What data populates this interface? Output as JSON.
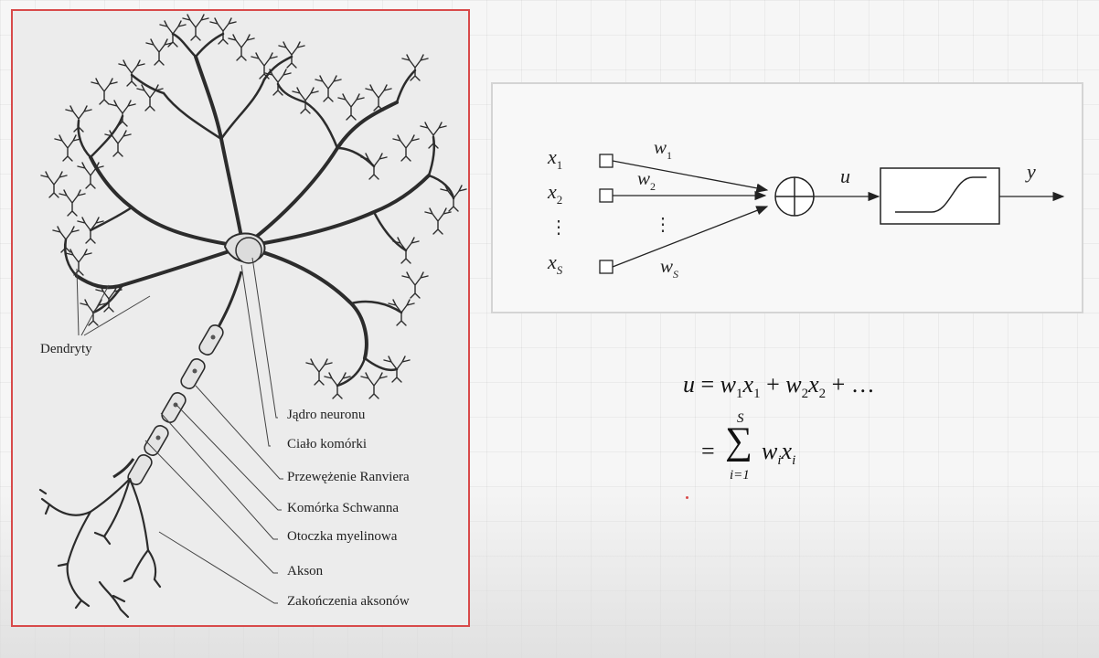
{
  "neuron_figure": {
    "labels": {
      "dendrites": "Dendryty",
      "nucleus": "Jądro neuronu",
      "cell_body": "Ciało komórki",
      "node_of_ranvier": "Przewężenie Ranviera",
      "schwann_cell": "Komórka Schwanna",
      "myelin_sheath": "Otoczka myelinowa",
      "axon": "Akson",
      "axon_terminals": "Zakończenia aksonów"
    },
    "frame_color": "#d84a4a"
  },
  "perceptron_diagram": {
    "inputs": [
      {
        "var": "x",
        "sub": "1"
      },
      {
        "var": "x",
        "sub": "2"
      },
      {
        "var": "x",
        "sub": "S"
      }
    ],
    "weights": [
      {
        "var": "w",
        "sub": "1"
      },
      {
        "var": "w",
        "sub": "2"
      },
      {
        "var": "w",
        "sub": "S"
      }
    ],
    "ellipsis": "⋮",
    "sum_symbol": "⊕",
    "sum_output": "u",
    "output": "y"
  },
  "equations": {
    "line1": {
      "lhs": "u",
      "eq": "=",
      "terms": [
        {
          "w": "w",
          "wsub": "1",
          "x": "x",
          "xsub": "1"
        },
        {
          "w": "w",
          "wsub": "2",
          "x": "x",
          "xsub": "2"
        }
      ],
      "plus": "+",
      "tail": "…"
    },
    "line2": {
      "eq": "=",
      "sigma": "∑",
      "upper": "S",
      "lower": "i=1",
      "w": "w",
      "wsub": "i",
      "x": "x",
      "xsub": "i"
    }
  },
  "accent_color": "#d84a4a"
}
